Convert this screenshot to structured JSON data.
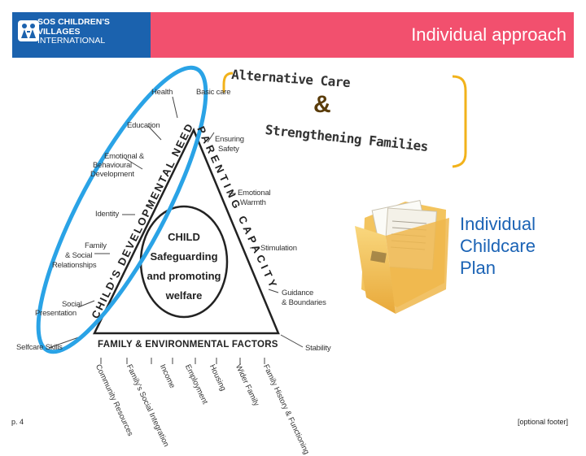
{
  "header": {
    "logo_lines": [
      "SOS CHILDREN'S",
      "VILLAGES",
      "INTERNATIONAL"
    ],
    "title": "Individual approach"
  },
  "diagram": {
    "headline_top": "Alternative Care",
    "ampersand": "&",
    "headline_bottom": "Strengthening Families",
    "left_side_title": "CHILD'S DEVELOPMENTAL NEEDS",
    "right_side_title": "PARENTING CAPACITY",
    "base_title": "FAMILY & ENVIRONMENTAL FACTORS",
    "center_lines": [
      "CHILD",
      "Safeguarding",
      "and promoting",
      "welfare"
    ],
    "left_labels": [
      "Health",
      "Education",
      "Emotional &",
      "Behavioural",
      "Development",
      "Identity",
      "Family",
      "& Social",
      "Relationships",
      "Social",
      "Presentation",
      "Selfcare Skills"
    ],
    "right_labels": [
      "Basic care",
      "Ensuring",
      "Safety",
      "Emotional",
      "Warmth",
      "Stimulation",
      "Guidance",
      "& Boundaries",
      "Stability"
    ],
    "bottom_labels": [
      "Community Resources",
      "Family's Social Integration",
      "Income",
      "Employment",
      "Housing",
      "Wider Family",
      "Family History & Functioning"
    ]
  },
  "plan": {
    "lines": [
      "Individual",
      "Childcare",
      "Plan"
    ]
  },
  "footer": {
    "page": "p. 4",
    "note": "[optional footer]"
  },
  "colors": {
    "header_bar": "#f2506e",
    "logo_bg": "#1b62ae",
    "oval": "#2aa3e6",
    "bracket": "#f2b21a",
    "plan_text": "#1b63b5"
  },
  "icons": [
    "logo-children-icon",
    "folder-documents-icon"
  ]
}
